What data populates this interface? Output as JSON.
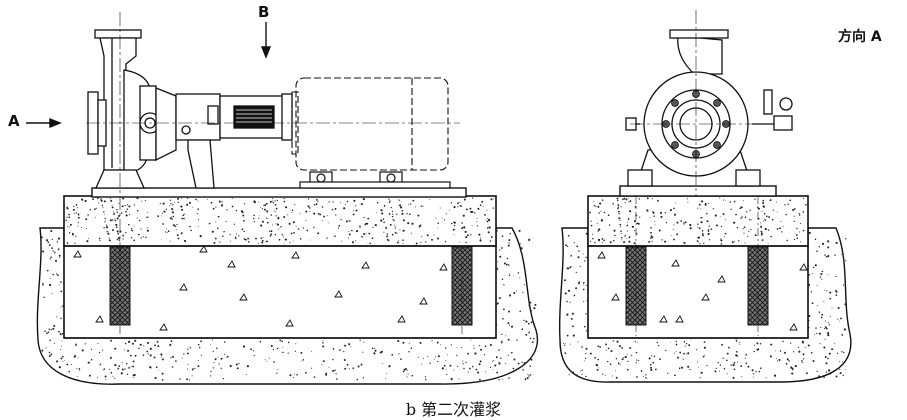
{
  "labels": {
    "arrow_a": "A",
    "arrow_b": "B",
    "direction_a": "方向 A"
  },
  "caption": "b 第二次灌浆",
  "colors": {
    "line": "#111111",
    "bolt_fill": "#555555",
    "speckle": "#222222"
  }
}
